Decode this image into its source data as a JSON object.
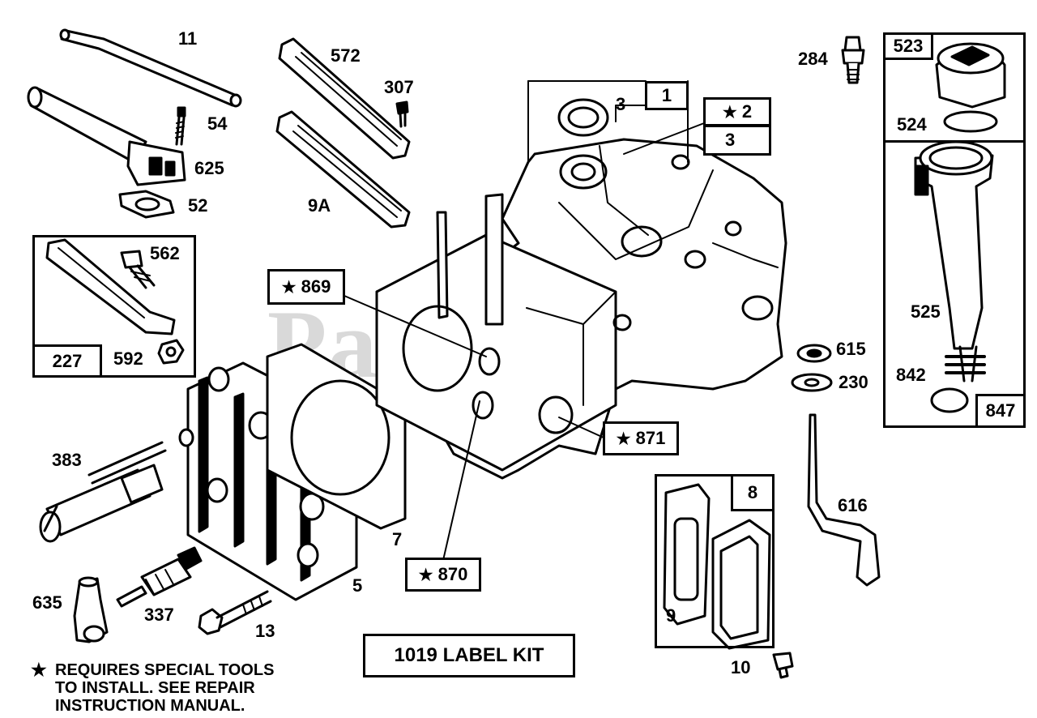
{
  "watermark": "PartsTree",
  "note_lines": [
    "REQUIRES SPECIAL TOOLS",
    "TO INSTALL.  SEE REPAIR",
    "INSTRUCTION MANUAL."
  ],
  "label_kit": "1019 LABEL KIT",
  "callouts": {
    "p11": "11",
    "p54": "54",
    "p625": "625",
    "p52": "52",
    "p572": "572",
    "p307": "307",
    "p9A": "9A",
    "p562": "562",
    "p592": "592",
    "p227": "227",
    "p383": "383",
    "p635": "635",
    "p337": "337",
    "p13": "13",
    "p5": "5",
    "p7": "7",
    "p869": "869",
    "p870": "870",
    "p871": "871",
    "p1": "1",
    "p3a": "3",
    "p2": "2",
    "p3b": "3",
    "p284": "284",
    "p523": "523",
    "p524": "524",
    "p525": "525",
    "p842": "842",
    "p847": "847",
    "p615": "615",
    "p230": "230",
    "p616": "616",
    "p8": "8",
    "p9": "9",
    "p10": "10"
  }
}
